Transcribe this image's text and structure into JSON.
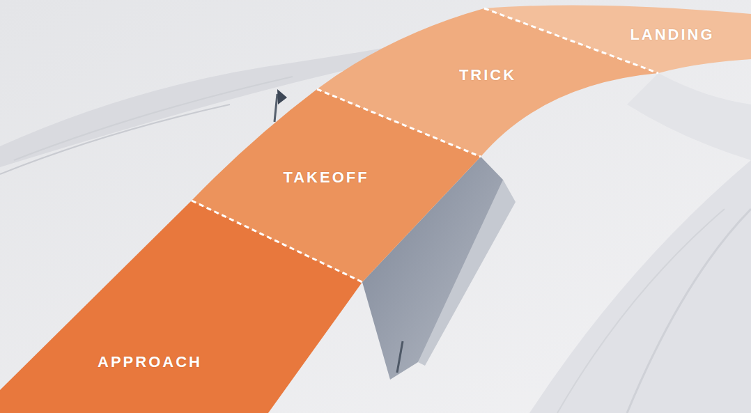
{
  "diagram": {
    "nodes": [
      {
        "text": [
          "APPROACH"
        ]
      },
      {
        "text": [
          "TAKEOFF"
        ]
      },
      {
        "text": [
          "TRICK"
        ]
      },
      {
        "text": [
          "LANDING"
        ]
      }
    ]
  }
}
